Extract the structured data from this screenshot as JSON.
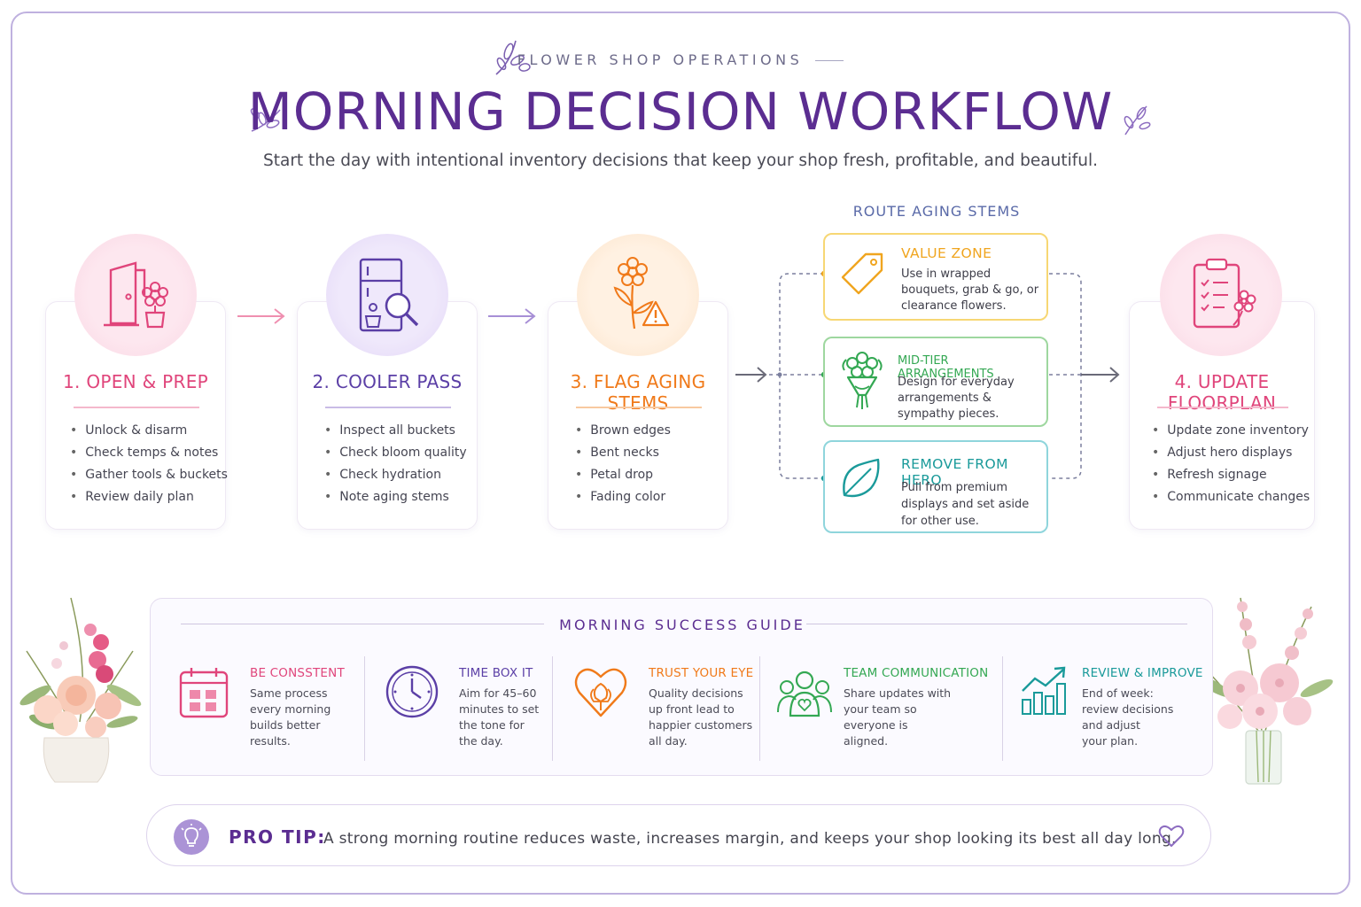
{
  "header": {
    "eyebrow": "FLOWER SHOP OPERATIONS",
    "title": "MORNING DECISION WORKFLOW",
    "subtitle": "Start the day with intentional inventory decisions that keep your shop fresh, profitable, and beautiful."
  },
  "steps": [
    {
      "title": "1. OPEN & PREP",
      "color": "#e0457b",
      "icon": "door-flower-icon",
      "bullets": [
        "Unlock & disarm",
        "Check temps & notes",
        "Gather tools & buckets",
        "Review daily plan"
      ]
    },
    {
      "title": "2. COOLER PASS",
      "color": "#5b3fa6",
      "icon": "cooler-magnifier-icon",
      "bullets": [
        "Inspect all buckets",
        "Check bloom quality",
        "Check hydration",
        "Note aging stems"
      ]
    },
    {
      "title": "3. FLAG AGING STEMS",
      "color": "#f07a1a",
      "icon": "flower-warning-icon",
      "bullets": [
        "Brown edges",
        "Bent necks",
        "Petal drop",
        "Fading color"
      ]
    },
    {
      "title": "4. UPDATE FLOORPLAN",
      "color": "#e0457b",
      "icon": "clipboard-checklist-icon",
      "bullets": [
        "Update zone inventory",
        "Adjust hero displays",
        "Refresh signage",
        "Communicate changes"
      ]
    }
  ],
  "routing": {
    "heading": "ROUTE AGING STEMS",
    "options": [
      {
        "title": "VALUE ZONE",
        "desc": "Use in wrapped bouquets, grab & go, or clearance flowers.",
        "color": "#f0a51f",
        "icon": "price-tag-icon"
      },
      {
        "title": "MID-TIER ARRANGEMENTS",
        "desc": "Design for everyday arrangements & sympathy pieces.",
        "color": "#34a853",
        "icon": "bouquet-icon"
      },
      {
        "title": "REMOVE FROM HERO",
        "desc": "Pull from premium displays and set aside for other use.",
        "color": "#1a9a9a",
        "icon": "leaf-icon"
      }
    ]
  },
  "guide": {
    "title": "MORNING SUCCESS GUIDE",
    "items": [
      {
        "title": "BE CONSSTENT",
        "desc": [
          "Same process",
          "every morning",
          "builds better",
          "results."
        ],
        "color": "#e0457b",
        "icon": "calendar-icon"
      },
      {
        "title": "TIME BOX IT",
        "desc": [
          "Aim for 45–60",
          "minutes to set",
          "the tone for",
          "the day."
        ],
        "color": "#5b3fa6",
        "icon": "clock-icon"
      },
      {
        "title": "TRUST YOUR EYE",
        "desc": [
          "Quality decisions",
          "up front lead to",
          "happier customers",
          "all day."
        ],
        "color": "#f07a1a",
        "icon": "heart-flower-icon"
      },
      {
        "title": "TEAM COMMUNICATION",
        "desc": [
          "Share updates with",
          "your team so",
          "everyone is",
          "aligned."
        ],
        "color": "#34a853",
        "icon": "team-icon"
      },
      {
        "title": "REVIEW & IMPROVE",
        "desc": [
          "End of week:",
          "review decisions",
          "and adjust",
          "your plan."
        ],
        "color": "#1a9a9a",
        "icon": "growth-chart-icon"
      }
    ]
  },
  "pro_tip": {
    "label": "PRO TIP:",
    "text": "A strong morning routine reduces waste, increases margin, and keeps your shop looking its best all day long."
  }
}
